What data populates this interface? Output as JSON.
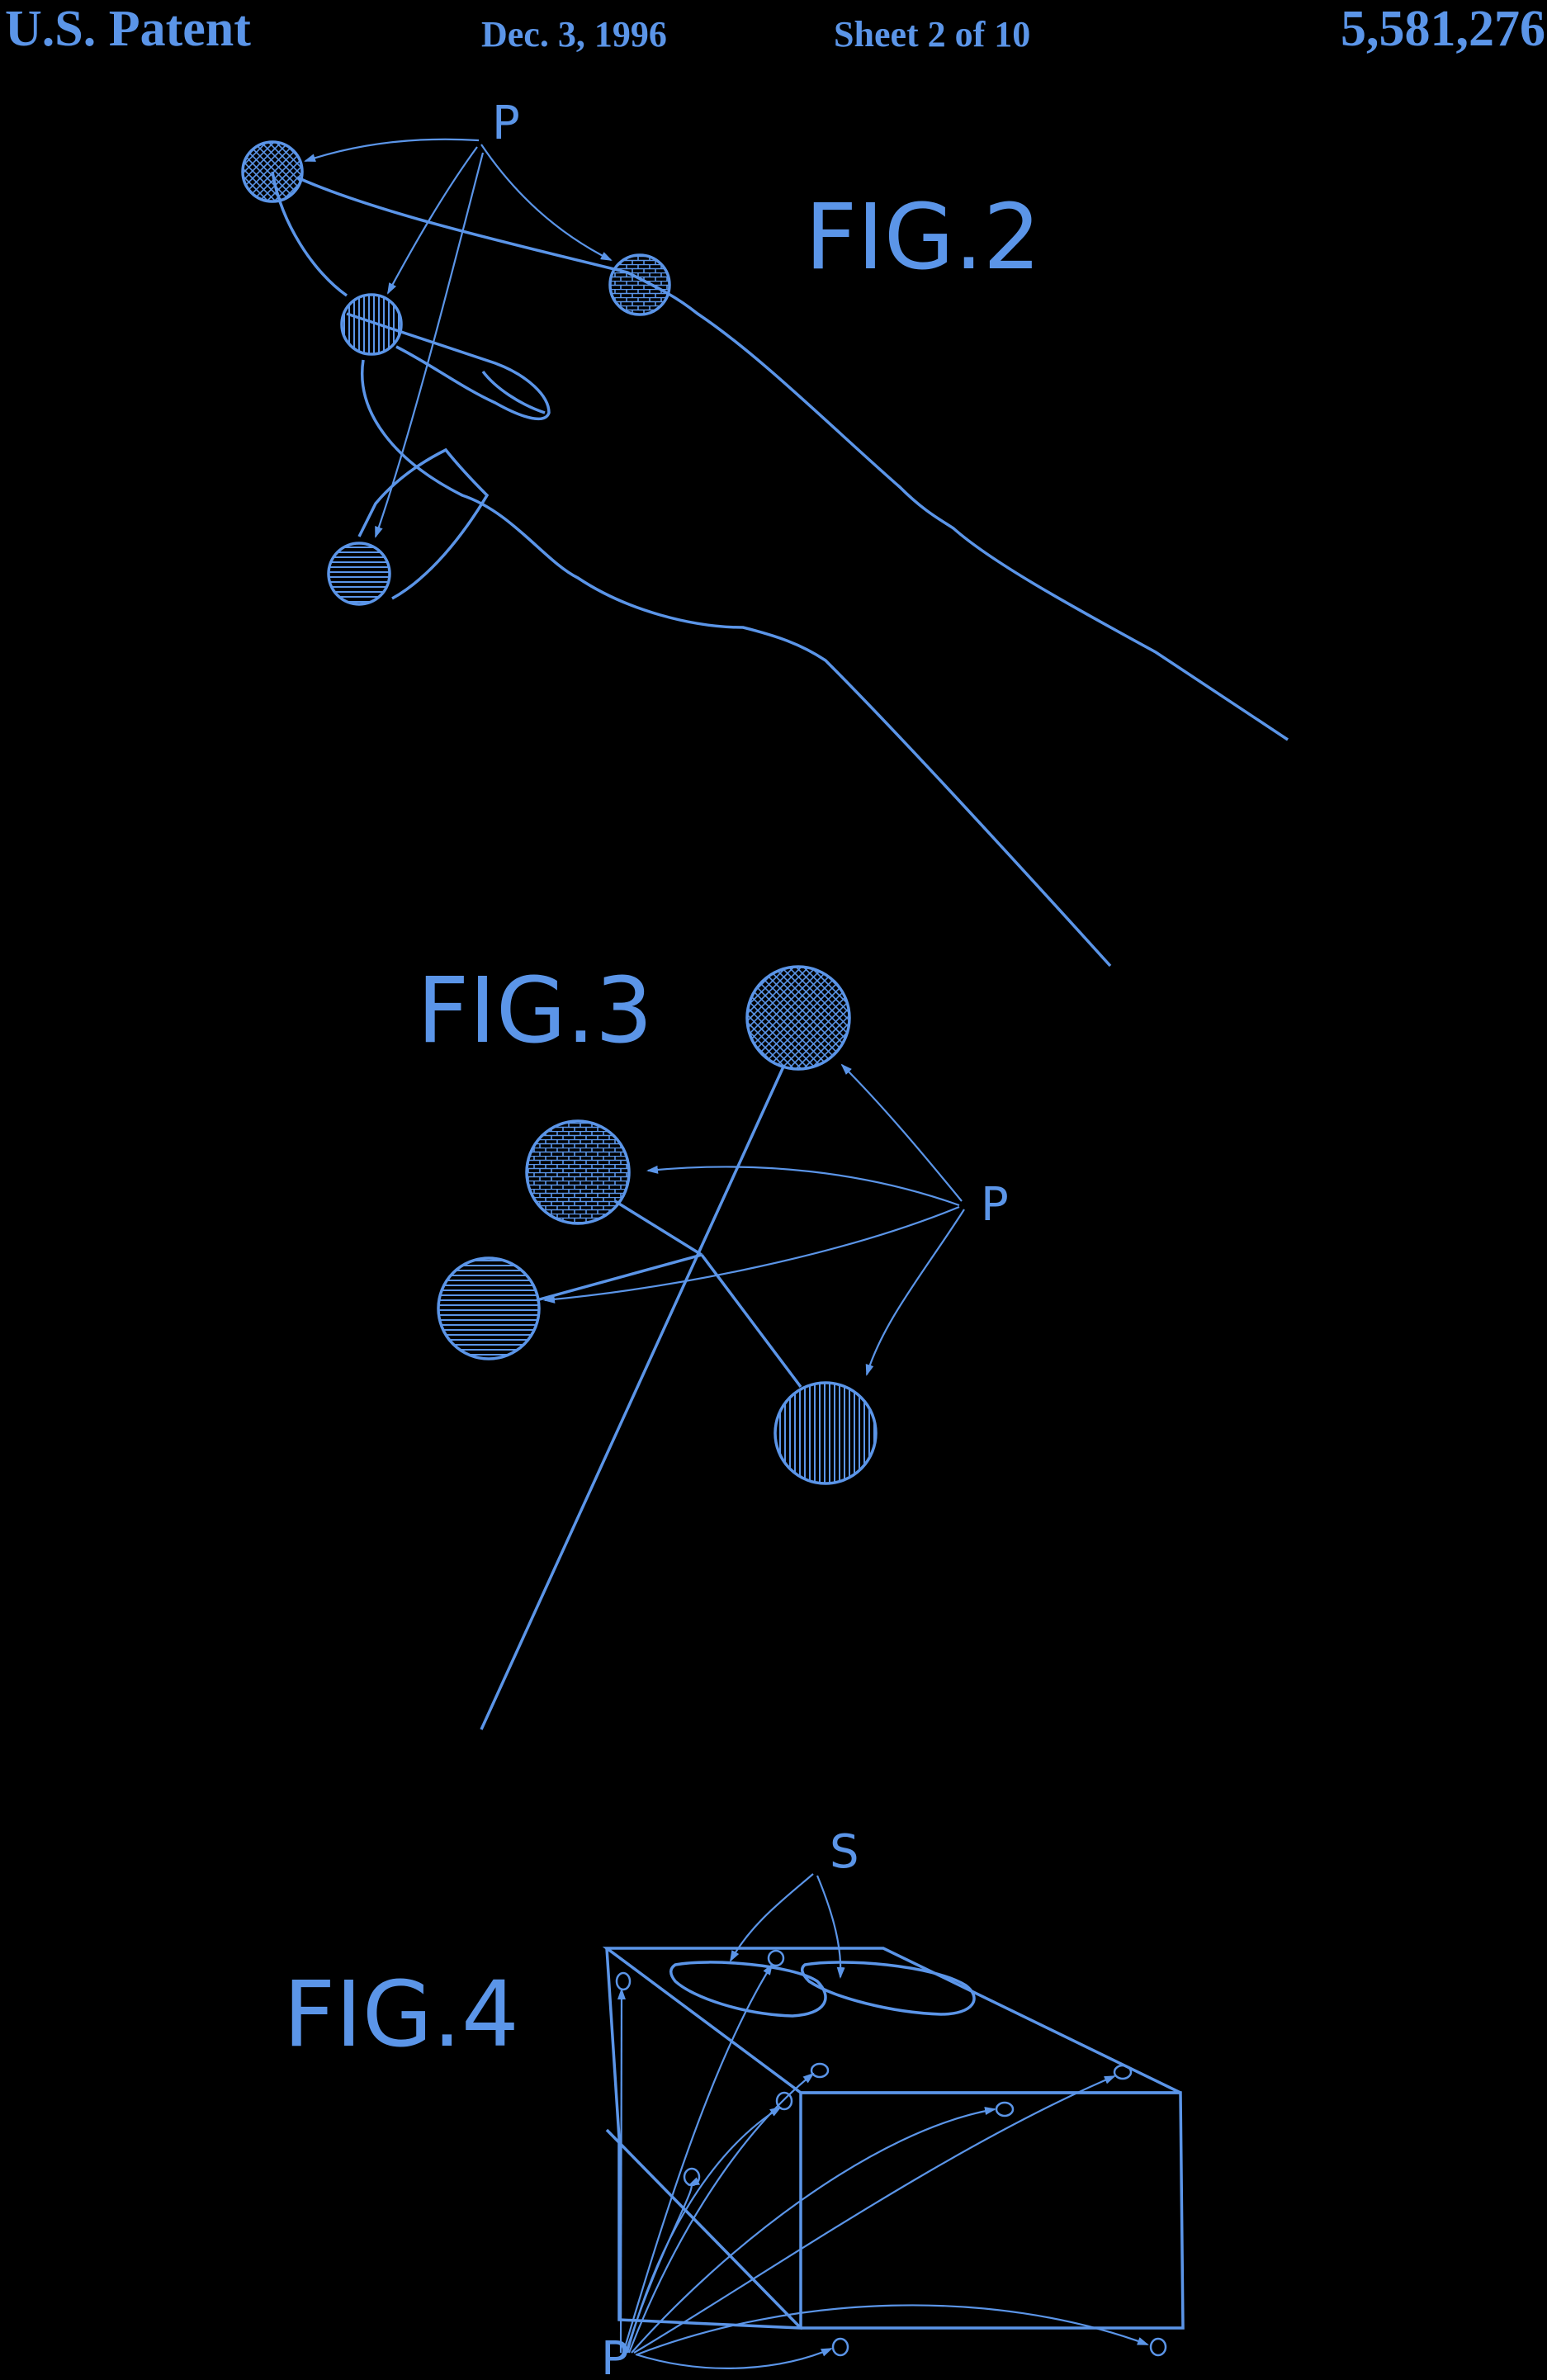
{
  "header": {
    "title": "U.S. Patent",
    "date": "Dec. 3, 1996",
    "sheet": "Sheet 2 of 10",
    "patent_number": "5,581,276"
  },
  "figures": {
    "fig2": {
      "label": "FIG.2",
      "ref_label": "P"
    },
    "fig3": {
      "label": "FIG.3",
      "ref_label": "P"
    },
    "fig4": {
      "label": "FIG.4",
      "ref_label_top": "S",
      "ref_label_bottom": "P"
    }
  },
  "colors": {
    "line": "#5b95e8",
    "background": "#000000"
  }
}
